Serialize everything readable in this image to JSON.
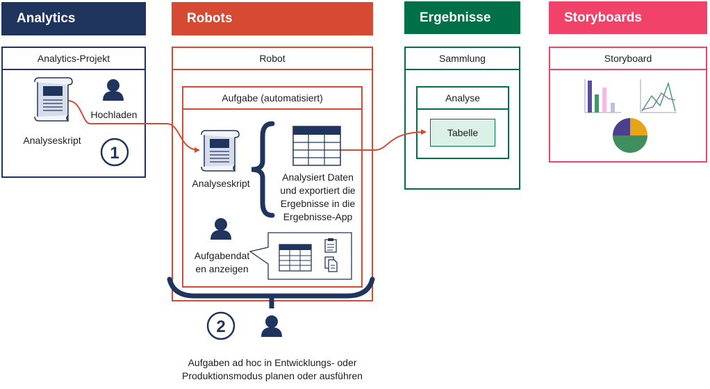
{
  "colors": {
    "analytics": "#1f355e",
    "robots": "#d64a34",
    "ergebnisse": "#007048",
    "storyboards": "#f1426a",
    "dark_icon": "#1f355e"
  },
  "columns": {
    "analytics": {
      "header": "Analytics",
      "box_title": "Analytics-Projekt",
      "upload_label": "Hochladen",
      "script_label": "Analyseskript",
      "step_number": "1"
    },
    "robots": {
      "header": "Robots",
      "box_title": "Robot",
      "task_title": "Aufgabe (automatisiert)",
      "script_label": "Analyseskript",
      "analysis_text": [
        "Analysiert Daten",
        "und exportiert die",
        "Ergebnisse in die",
        "Ergebnisse-App"
      ],
      "view_task_label": [
        "Aufgabendat",
        "en anzeigen"
      ],
      "step_number": "2",
      "schedule_text": [
        "Aufgaben ad hoc in Entwicklungs- oder",
        "Produktionsmodus planen oder ausführen"
      ]
    },
    "ergebnisse": {
      "header": "Ergebnisse",
      "box_title": "Sammlung",
      "analysis_title": "Analyse",
      "table_label": "Tabelle"
    },
    "storyboards": {
      "header": "Storyboards",
      "box_title": "Storyboard"
    }
  },
  "icons": [
    "person-icon",
    "script-scroll-icon",
    "table-icon",
    "clipboard-icon",
    "copy-icon",
    "bar-chart-icon",
    "line-chart-icon",
    "pie-chart-icon"
  ]
}
